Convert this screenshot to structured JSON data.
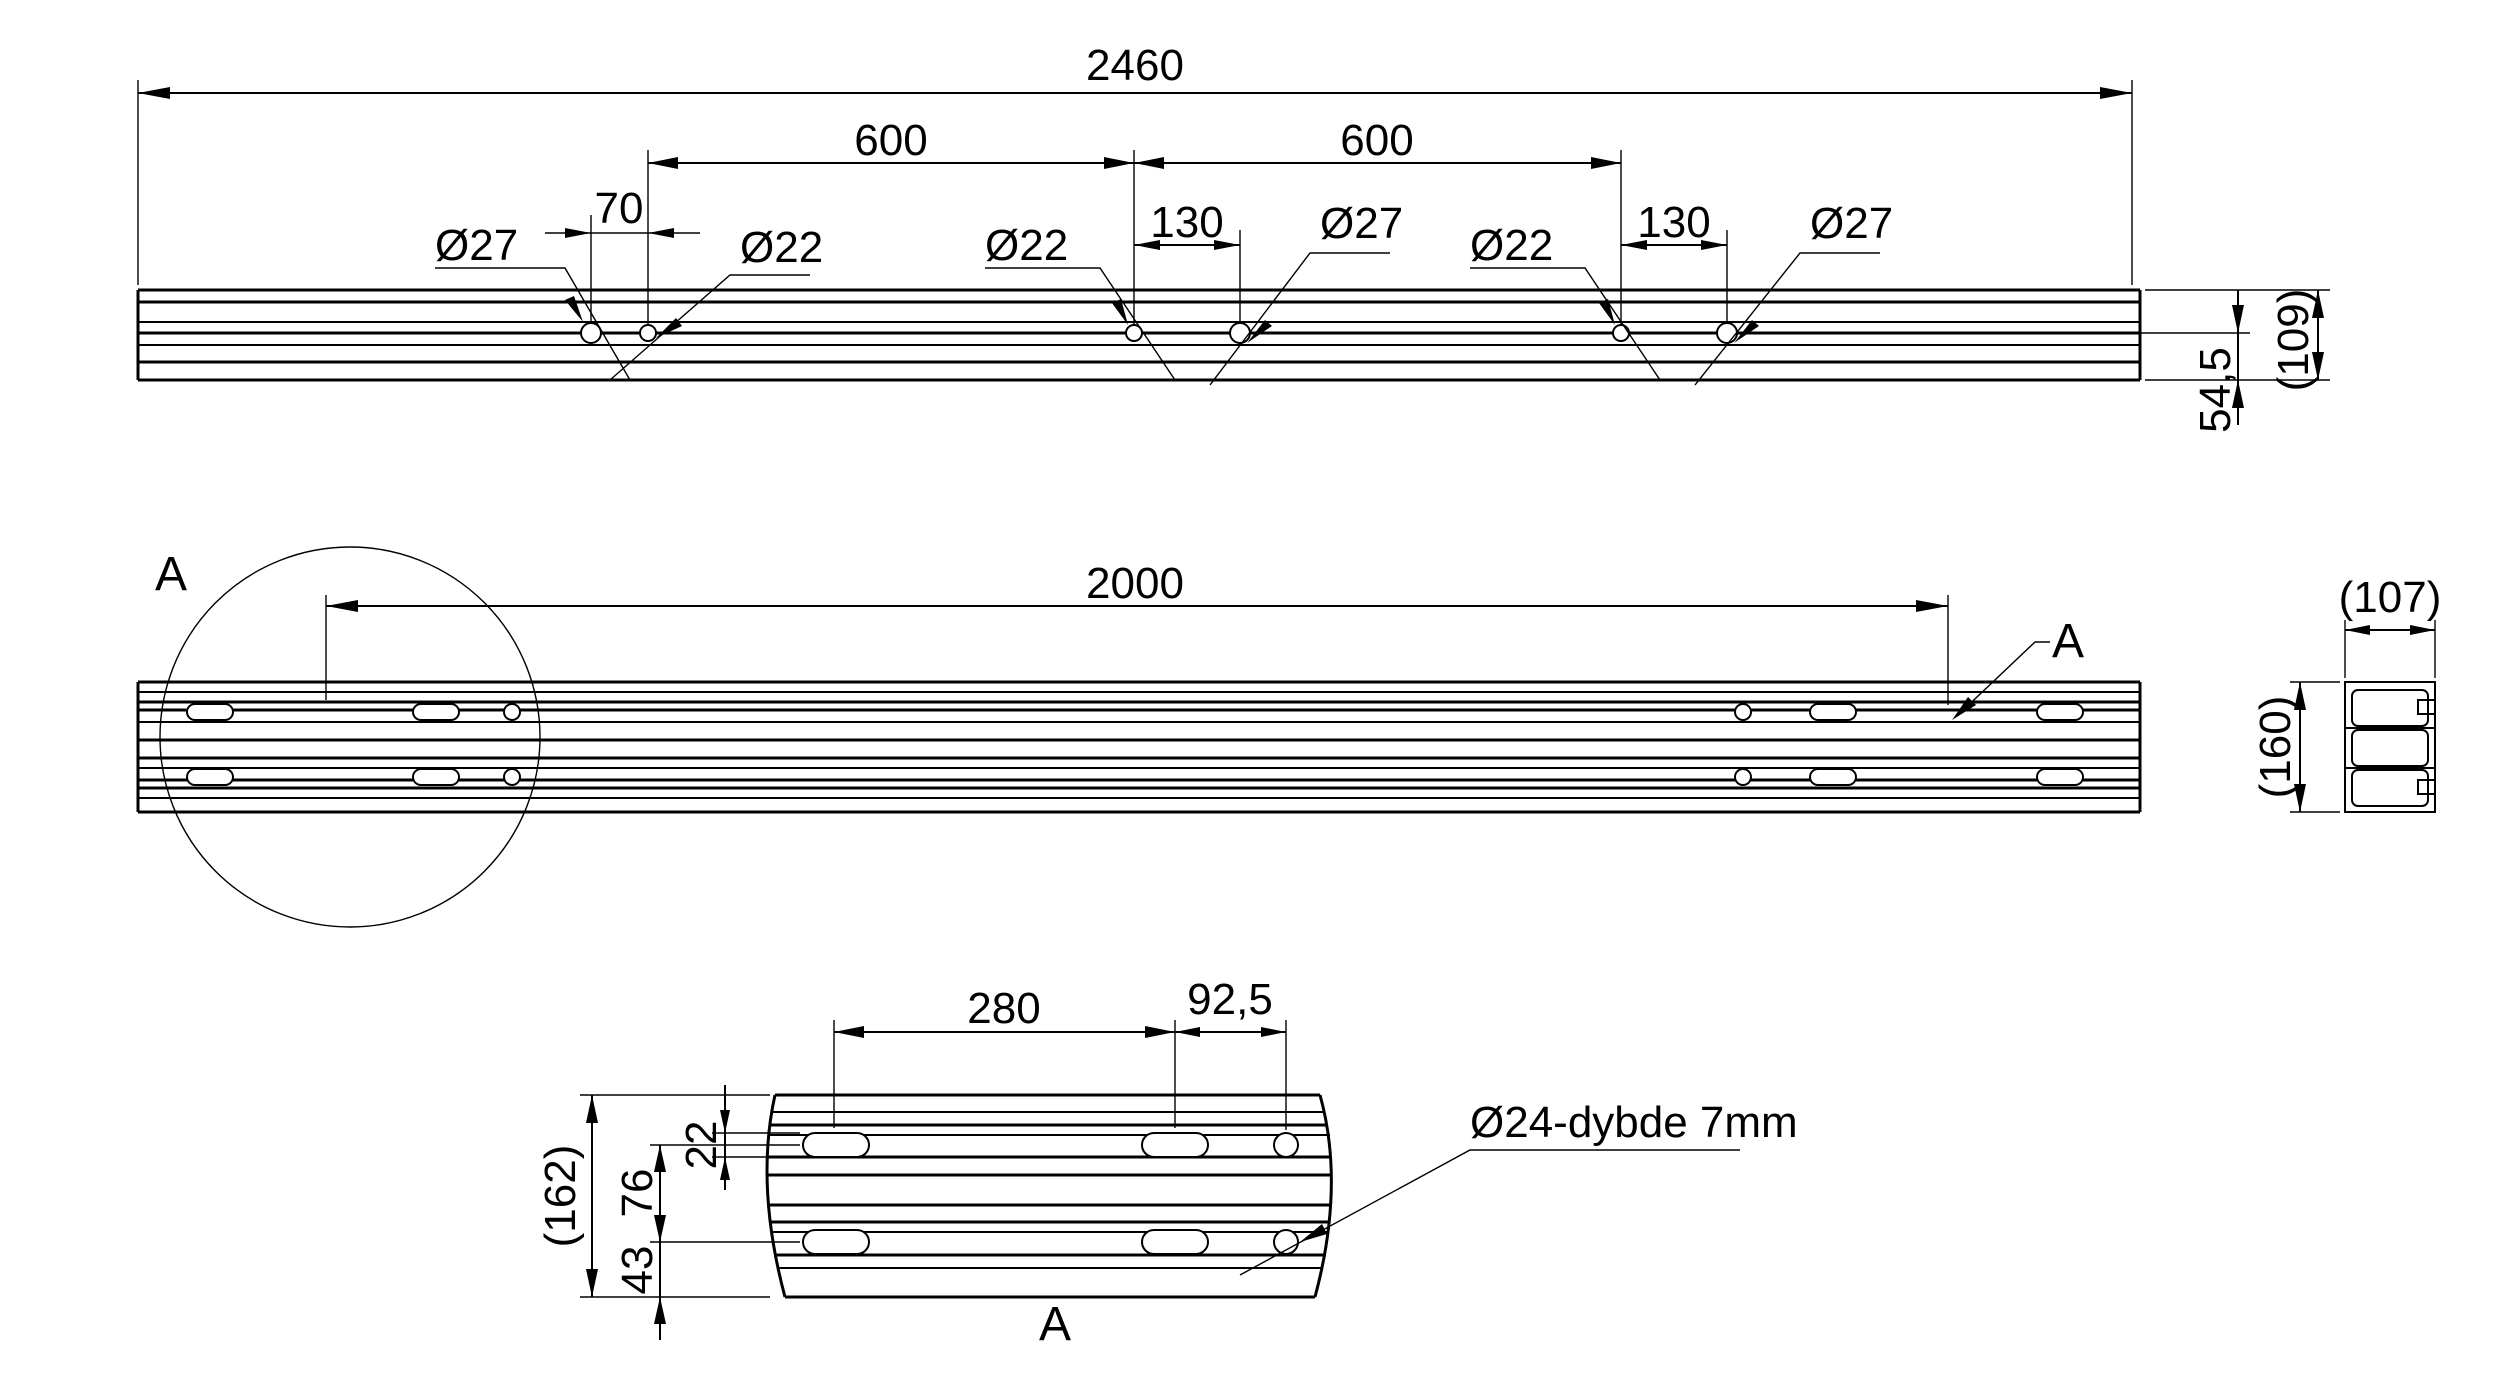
{
  "drawing": {
    "view_top": {
      "overall_length": "2460",
      "hole_spacing_1": "600",
      "hole_spacing_2": "600",
      "offset_70": "70",
      "offset_130_a": "130",
      "offset_130_b": "130",
      "dia_27_a": "Ø27",
      "dia_22_a": "Ø22",
      "dia_22_b": "Ø22",
      "dia_27_b": "Ø27",
      "dia_22_c": "Ø22",
      "dia_27_c": "Ø27",
      "half_height": "54,5",
      "height": "(109)"
    },
    "view_front": {
      "detail_label": "A",
      "length": "2000",
      "detail_pointer": "A"
    },
    "section_view": {
      "width": "(107)",
      "height": "(160)"
    },
    "detail_a": {
      "spacing_280": "280",
      "spacing_92_5": "92,5",
      "height_162": "(162)",
      "dim_22": "22",
      "dim_76": "76",
      "dim_43": "43",
      "bore_note": "Ø24-dybde 7mm",
      "label": "A"
    }
  }
}
